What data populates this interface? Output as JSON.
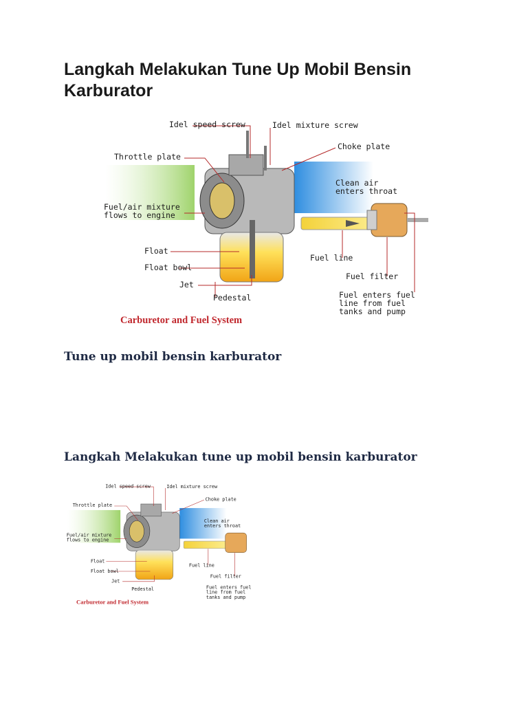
{
  "document": {
    "title": "Langkah Melakukan Tune Up Mobil Bensin Karburator",
    "subheading_1": "Tune up mobil bensin karburator",
    "subheading_2": "Langkah Melakukan tune up mobil bensin karburator"
  },
  "diagram": {
    "caption": "Carburetor and Fuel System",
    "labels": {
      "idle_speed_screw": "Idel speed screw",
      "idle_mixture_screw": "Idel mixture screw",
      "choke_plate": "Choke plate",
      "throttle_plate": "Throttle plate",
      "clean_air_1": "Clean air",
      "clean_air_2": "enters throat",
      "mixture_1": "Fuel/air mixture",
      "mixture_2": "flows to engine",
      "float": "Float",
      "float_bowl": "Float bowl",
      "jet": "Jet",
      "pedestal": "Pedestal",
      "fuel_line": "Fuel line",
      "fuel_filter": "Fuel filter",
      "enters_1": "Fuel enters fuel",
      "enters_2": "line from fuel",
      "enters_3": "tanks and pump"
    }
  },
  "colors": {
    "caption": "#c0262c",
    "leader": "#b42a2a",
    "heading": "#1f2a44"
  }
}
